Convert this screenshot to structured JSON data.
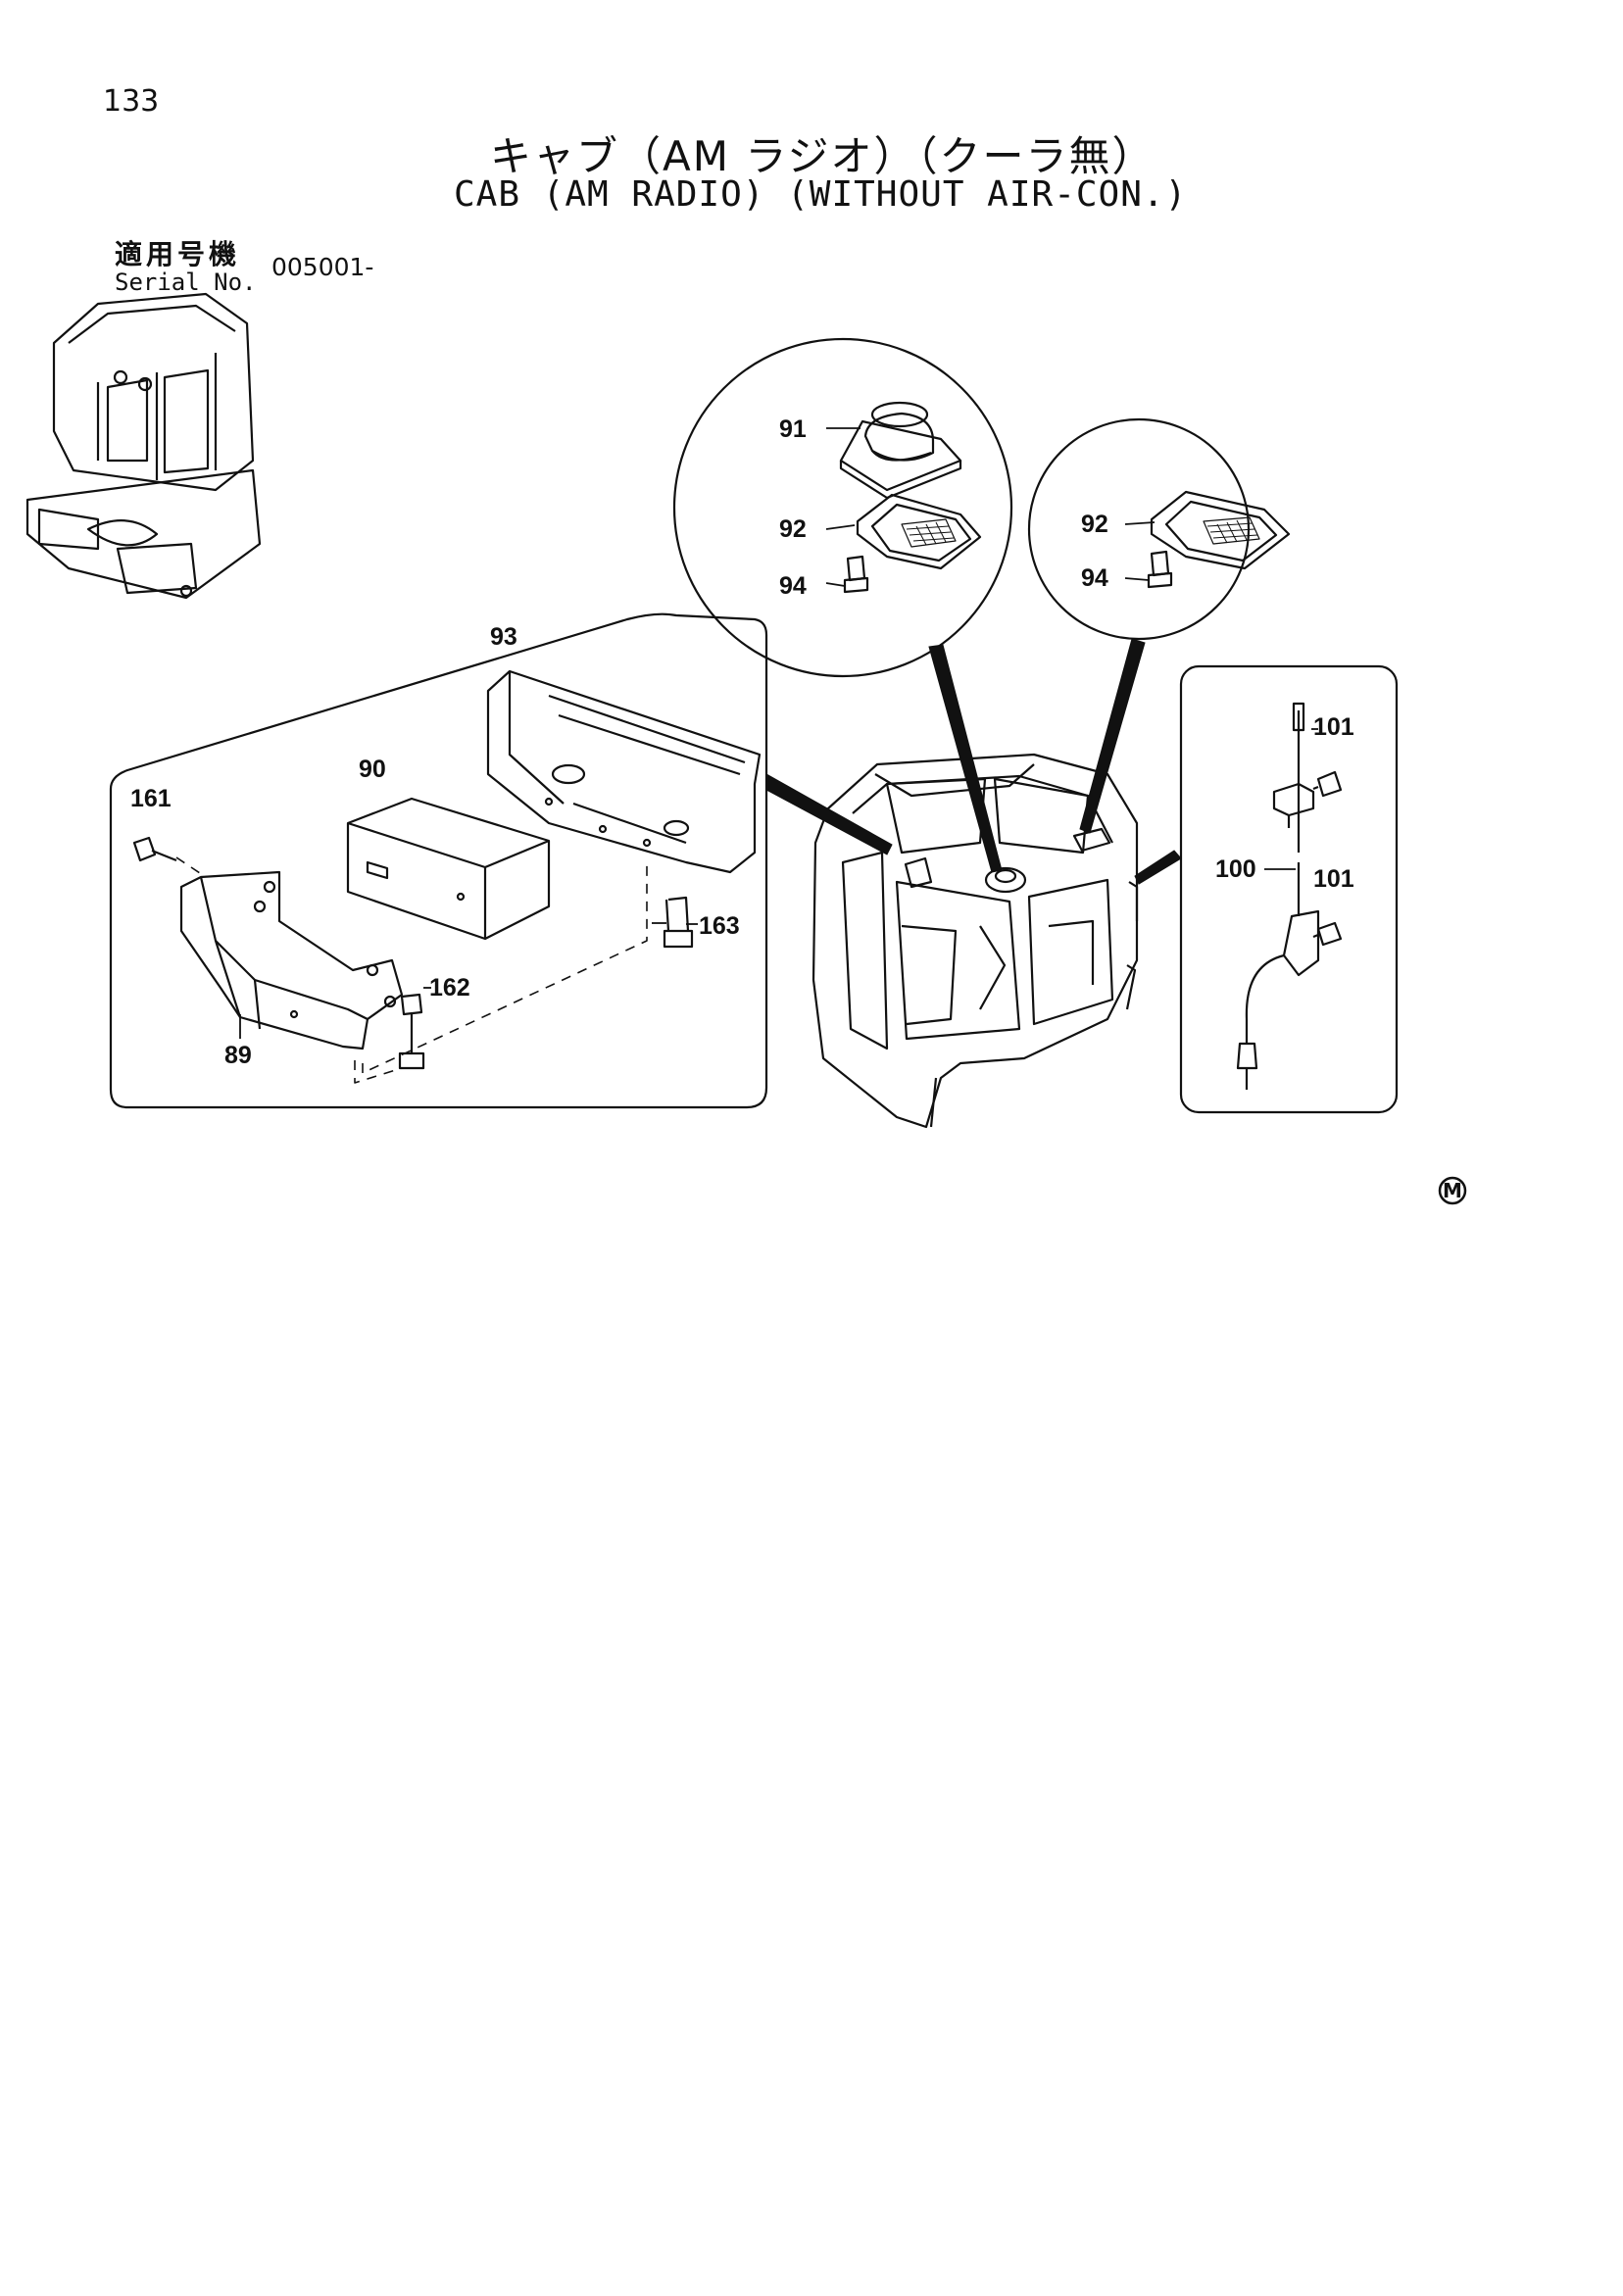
{
  "page_number": "133",
  "title_jp": "キャブ（AM ラジオ）（クーラ無）",
  "title_en": "CAB (AM RADIO) (WITHOUT AIR-CON.)",
  "serial": {
    "label_jp": "適用号機",
    "label_en": "Serial No.",
    "value": "005001-"
  },
  "parts": {
    "p89": "89",
    "p90": "90",
    "p91": "91",
    "p92a": "92",
    "p92b": "92",
    "p93": "93",
    "p94a": "94",
    "p94b": "94",
    "p100": "100",
    "p101a": "101",
    "p101b": "101",
    "p161": "161",
    "p162": "162",
    "p163": "163"
  },
  "mark": "M"
}
